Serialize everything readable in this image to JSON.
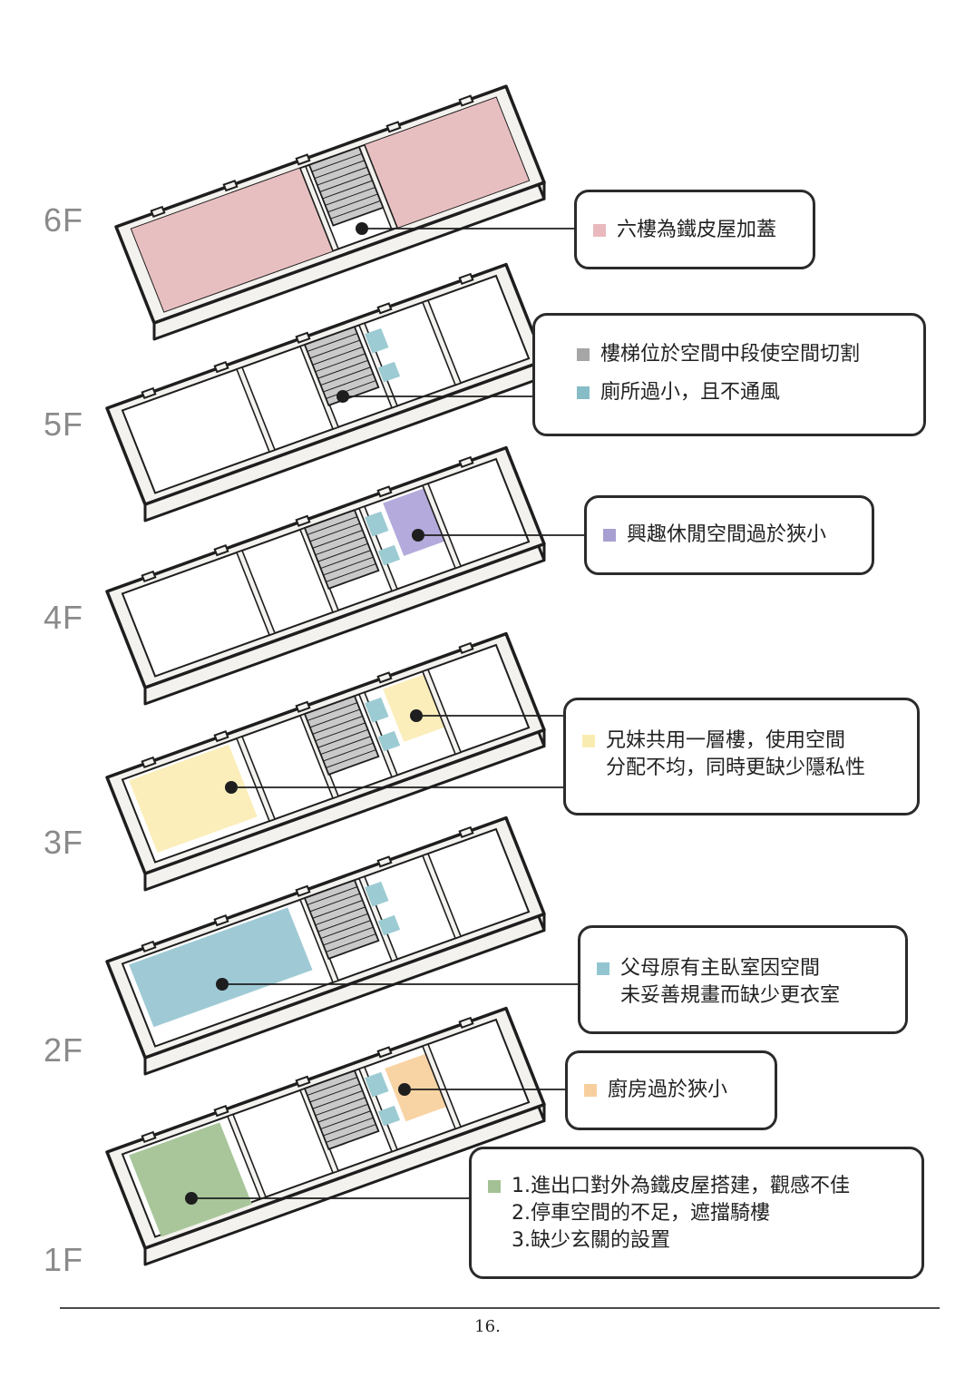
{
  "floors": [
    {
      "label": "6F"
    },
    {
      "label": "5F"
    },
    {
      "label": "4F"
    },
    {
      "label": "3F"
    },
    {
      "label": "2F"
    },
    {
      "label": "1F"
    }
  ],
  "callouts": {
    "f6": {
      "color": "#e9b9bd",
      "lines": [
        "六樓為鐵皮屋加蓋"
      ]
    },
    "f5": {
      "lines": [
        {
          "color": "#a6a6a6",
          "text": "樓梯位於空間中段使空間切割"
        },
        {
          "color": "#86bcc6",
          "text": "廁所過小，且不通風"
        }
      ]
    },
    "f4": {
      "color": "#a79fd1",
      "lines": [
        "興趣休閒空間過於狹小"
      ]
    },
    "f3": {
      "color": "#f9ecb1",
      "lines": [
        "兄妹共用一層樓，使用空間",
        "分配不均，同時更缺少隱私性"
      ]
    },
    "f2": {
      "color": "#93c5d1",
      "lines": [
        "父母原有主臥室因空間",
        "未妥善規畫而缺少更衣室"
      ]
    },
    "f1k": {
      "color": "#f7cf9e",
      "lines": [
        "廚房過於狹小"
      ]
    },
    "f1": {
      "color": "#a3c195",
      "lines": [
        "1.進出口對外為鐵皮屋搭建，觀感不佳",
        "2.停車空間的不足，遮擋騎樓",
        "3.缺少玄關的設置"
      ]
    }
  },
  "colors": {
    "outline": "#1e1e1e",
    "wall_fill": "#f4f2ee",
    "stair": "#c9c9c9",
    "toilet": "#9ccbd3",
    "roof": "#e8bfc1",
    "hobby": "#b4aadb",
    "kids": "#fbeebb",
    "master": "#9fcad5",
    "kitchen": "#f8d3a4",
    "entry": "#a8c69a"
  },
  "page_number": "16."
}
